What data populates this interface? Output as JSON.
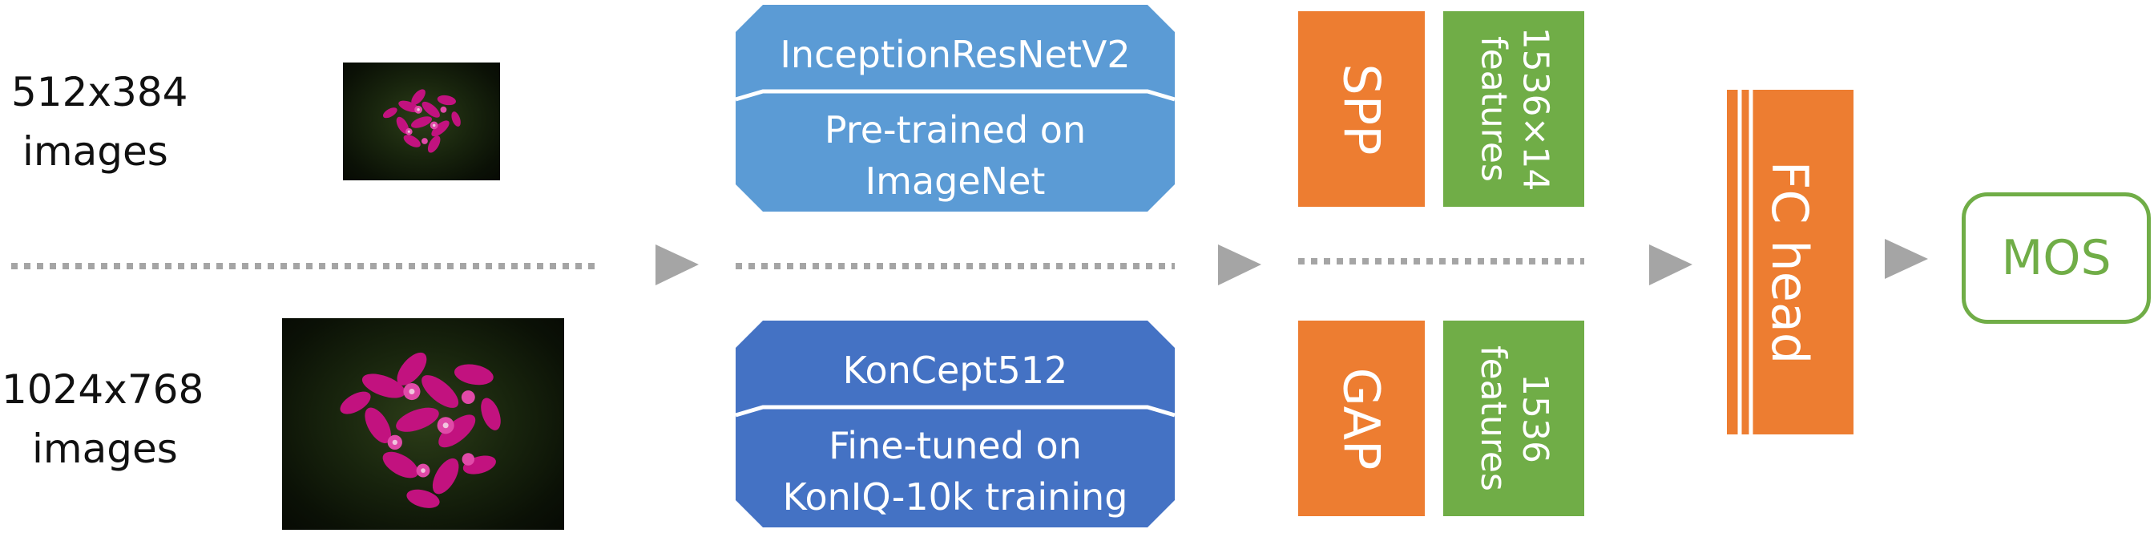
{
  "colors": {
    "inception": "#5b9bd5",
    "koncept": "#4472c4",
    "orange": "#ed7d31",
    "green": "#70ad47",
    "arrow": "#a5a5a5",
    "dots": "#a5a5a5"
  },
  "inputs": {
    "top_label_line1": "512x384",
    "top_label_line2": "images",
    "bottom_label_line1": "1024x768",
    "bottom_label_line2": "images"
  },
  "top_model": {
    "name": "InceptionResNetV2",
    "desc_line1": "Pre-trained on",
    "desc_line2": "ImageNet"
  },
  "bottom_model": {
    "name": "KonCept512",
    "desc_line1": "Fine-tuned on",
    "desc_line2": "KonIQ-10k training"
  },
  "pooling": {
    "top": "SPP",
    "top_features_line1": "1536×14",
    "top_features_line2": "features",
    "bottom": "GAP",
    "bottom_features_line1": "1536",
    "bottom_features_line2": "features"
  },
  "head": {
    "label": "FC head"
  },
  "output": {
    "label": "MOS"
  }
}
